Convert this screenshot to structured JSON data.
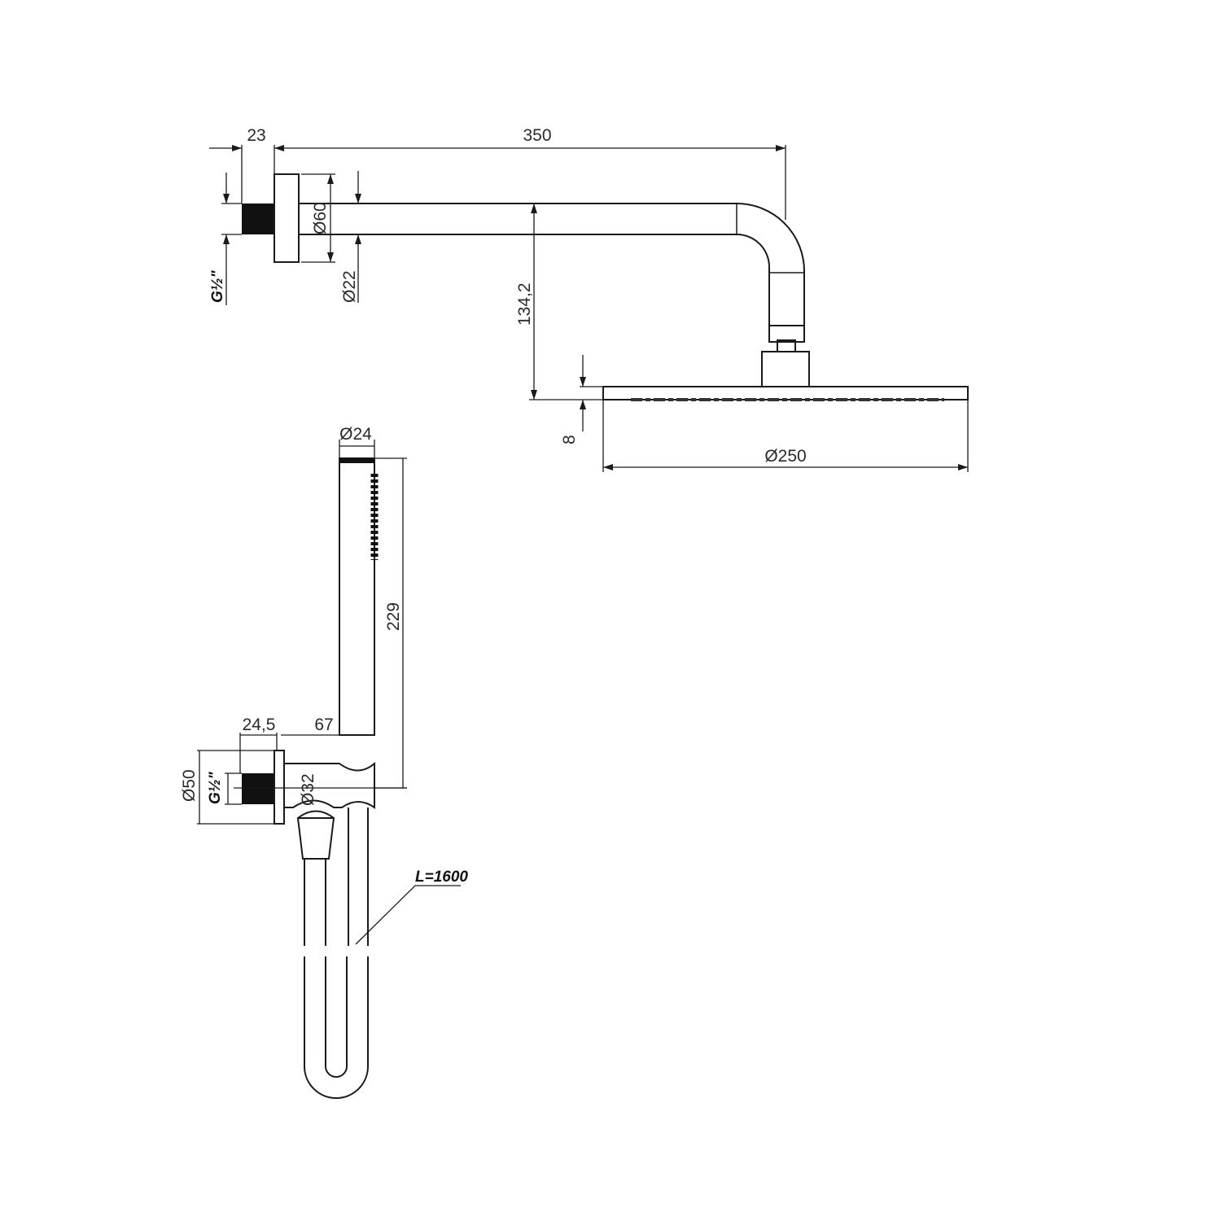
{
  "overhead_shower": {
    "dimensions": {
      "wall_flange_depth": "23",
      "arm_length": "350",
      "flange_diameter": "Ø60",
      "arm_diameter": "Ø22",
      "thread": "G½\"",
      "drop_height": "134,2",
      "head_thickness": "8",
      "head_diameter": "Ø250"
    }
  },
  "hand_shower": {
    "dimensions": {
      "handle_diameter": "Ø24",
      "handle_length": "229",
      "outlet_depth": "24,5",
      "holder_projection": "67",
      "flange_diameter": "Ø50",
      "thread": "G½\"",
      "outlet_diameter": "Ø32",
      "hose_length": "L=1600"
    }
  }
}
